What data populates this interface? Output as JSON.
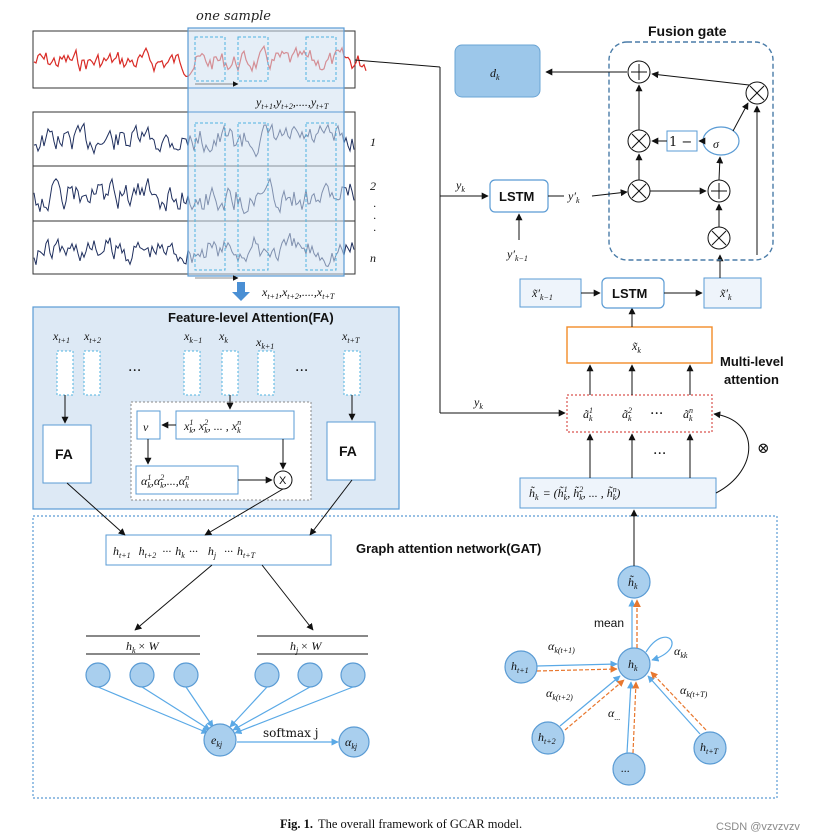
{
  "colors": {
    "panel_fill": "#dde9f5",
    "panel_border": "#5a9bd4",
    "node_fill": "#a9cfee",
    "node_stroke": "#5a9bd4",
    "dk_fill": "#9cc7ea",
    "red_series": "#d92b26",
    "blue_series": "#1f2f5e",
    "orange": "#f28c28",
    "red_dotted": "#d9534f",
    "arrow_blue": "#5aa9e6",
    "arrow_orange": "#e8772e"
  },
  "top": {
    "one_sample": "one sample",
    "y_seq": "y",
    "y_sub1": "t+1",
    "y_sub2": "t+2",
    "y_subT": "t+T",
    "series_idx": [
      "1",
      "2",
      "·",
      "·",
      "·",
      "n"
    ],
    "x_seq": "x",
    "x_sub1": "t+1",
    "x_sub2": "t+2",
    "x_subT": "t+T"
  },
  "fusion": {
    "title": "Fusion gate",
    "dk": "d",
    "dk_sub": "k",
    "one_minus": "1 −",
    "sigma": "σ"
  },
  "lstm": {
    "label": "LSTM",
    "yk": "y",
    "yk_sub": "k",
    "ykp": "y′",
    "ykp_sub": "k",
    "ykm1": "y′",
    "ykm1_sub": "k−1",
    "xt_km1": "x̃′",
    "xt_km1_sub": "k−1",
    "xt_kp": "x̃′",
    "xt_kp_sub": "k"
  },
  "mla": {
    "xt_k": "x̃",
    "xt_k_sub": "k",
    "title_line1": "Multi-level",
    "title_line2": "attention",
    "yk": "y",
    "yk_sub": "k",
    "a1": "ã",
    "a1_sup": "1",
    "a2": "ã",
    "a2_sup": "2",
    "an": "ã",
    "an_sup": "n",
    "a_sub": "k",
    "dots": "···",
    "vdots": "···",
    "htilde": "h̃",
    "htilde_sub": "k",
    "htilde_eq": "= (h̃",
    "htilde_tail": ", h̃",
    "htilde_end": ", ... , h̃",
    "close": ")",
    "otimes": "⊗"
  },
  "fa": {
    "title": "Feature-level Attention(FA)",
    "fa_label": "FA",
    "x": "x",
    "subs": [
      "t+1",
      "t+2",
      "k−1",
      "k",
      "k+1",
      "t+T"
    ],
    "dots": "···",
    "v": "v",
    "xk_seq": "x",
    "alpha_seq": "α",
    "x_circle": "X"
  },
  "gat": {
    "title": "Graph attention network(GAT)",
    "h_seq_parts": [
      "h",
      "h",
      "h",
      "h",
      "h"
    ],
    "h_seq_subs": [
      "t+1",
      "t+2",
      "k",
      "j",
      "t+T"
    ],
    "dots": "···",
    "hk_w": "h",
    "hk_w_sub": "k",
    "hj_w": "h",
    "hj_w_sub": "j",
    "times_w": "× W",
    "e": "e",
    "e_sub": "kj",
    "softmax": "softmax j",
    "alpha": "α",
    "alpha_sub": "kj",
    "mean": "mean",
    "nodes": {
      "ht": "h̃",
      "ht_sub": "k",
      "hk": "h",
      "hk_sub": "k",
      "ht1": "h",
      "ht1_sub": "t+1",
      "ht2": "h",
      "ht2_sub": "t+2",
      "htT": "h",
      "htT_sub": "t+T",
      "dots": "..."
    },
    "alphas": {
      "a": "α",
      "t1": "k(t+1)",
      "t2": "k(t+2)",
      "tT": "k(t+T)",
      "kk": "kk",
      "dots": "..."
    }
  },
  "caption": {
    "label": "Fig. 1.",
    "text": "The overall framework of GCAR model."
  },
  "watermark": "CSDN @vzvzvzv"
}
